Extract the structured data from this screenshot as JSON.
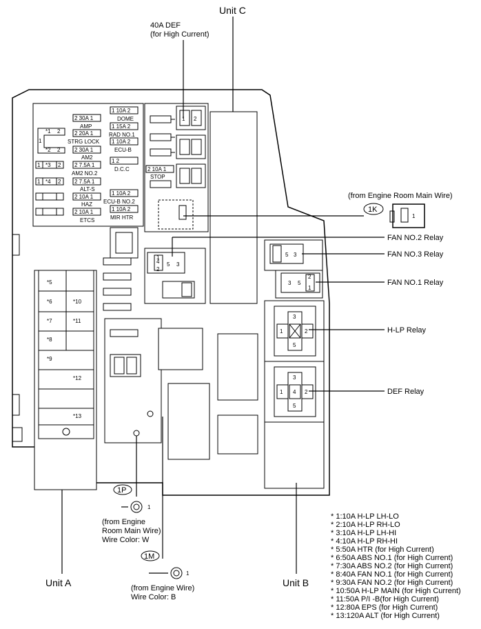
{
  "units": {
    "unit_c": "Unit C",
    "unit_a": "Unit A",
    "unit_b": "Unit B"
  },
  "def40a_line1": "40A DEF",
  "def40a_line2": "(for High Current)",
  "engine_room_main_wire": "(from Engine Room Main Wire)",
  "connectors": {
    "c1k": "1K",
    "c1p": "1P",
    "c1m": "1M",
    "pin1": "1"
  },
  "relays": {
    "fan2": "FAN NO.2 Relay",
    "fan3": "FAN NO.3 Relay",
    "fan1": "FAN NO.1 Relay",
    "hlp": "H-LP Relay",
    "def": "DEF Relay"
  },
  "relay_pins": {
    "p1": "1",
    "p2": "2",
    "p3": "3",
    "p4": "4",
    "p5": "5"
  },
  "fuses_left": {
    "f1": "*1",
    "f2": "*2",
    "f3": "*3",
    "f4": "*4",
    "n1": "1",
    "n2": "2",
    "amp_box": "2 30A 1",
    "amp": "AMP",
    "strg_box": "2 20A 1",
    "strg": "STRG LOCK",
    "am2_box": "2 30A 1",
    "am2": "AM2",
    "am2no2_box": "2 7.5A 1",
    "am2no2": "AM2 NO.2",
    "alts_box": "2 7.5A 1",
    "alts": "ALT-S",
    "haz_box": "2 10A 1",
    "haz": "HAZ",
    "etcs_box": "2 10A 1",
    "etcs": "ETCS",
    "dome_box": "1 10A 2",
    "dome": "DOME",
    "radno1_box": "1 15A 2",
    "radno1": "RAD NO.1",
    "ecub_box": "1 10A 2",
    "ecub": "ECU-B",
    "dcc_box": "1      2",
    "dcc": "D.C.C",
    "ecubno2_box": "1 10A 2",
    "ecubno2": "ECU-B NO.2",
    "mirhtr_box": "1 10A 2",
    "mirhtr": "MIR HTR",
    "stop_box": "2 10A 1",
    "stop": "STOP"
  },
  "unit_a_slots": {
    "s5": "*5",
    "s6": "*6",
    "s10": "*10",
    "s7": "*7",
    "s11": "*11",
    "s8": "*8",
    "s9": "*9",
    "s12": "*12",
    "s13": "*13"
  },
  "wire_1p": [
    "(from Engine",
    "Room Main Wire)",
    "Wire Color: W"
  ],
  "wire_1m": [
    "(from Engine Wire)",
    "Wire Color: B"
  ],
  "legend": [
    "* 1:10A H-LP LH-LO",
    "* 2:10A H-LP RH-LO",
    "* 3:10A H-LP LH-HI",
    "* 4:10A H-LP RH-HI",
    "* 5:50A HTR (for High Current)",
    "* 6:50A ABS NO.1 (for High Current)",
    "* 7:30A ABS NO.2 (for High Current)",
    "* 8:40A FAN NO.1 (for High Current)",
    "* 9:30A FAN NO.2 (for High Current)",
    "* 10:50A H-LP MAIN (for High Current)",
    "* 11:50A P/I -B(for High Current)",
    "* 12:80A EPS (for High Current)",
    "* 13:120A ALT (for High Current)"
  ]
}
